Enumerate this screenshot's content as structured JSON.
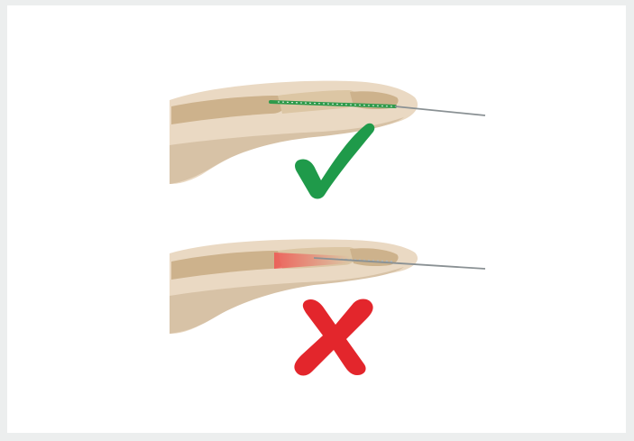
{
  "figure": {
    "panels": [
      {
        "id": "correct",
        "verdict": "correct",
        "mark_icon": "check-icon",
        "mark_color": "#1f9a4a",
        "wire_color": "#8a9194",
        "highlight": "none"
      },
      {
        "id": "incorrect",
        "verdict": "incorrect",
        "mark_icon": "cross-icon",
        "mark_color": "#e3262c",
        "wire_color": "#8a9194",
        "highlight_color": "#ee5a55"
      }
    ],
    "colors": {
      "background": "#eceeee",
      "frame": "#ffffff",
      "skin": "#ead9c3",
      "skin_shadow": "#d7c2a6",
      "bone": "#cdb28c",
      "bone_light": "#dcc6a4"
    }
  }
}
